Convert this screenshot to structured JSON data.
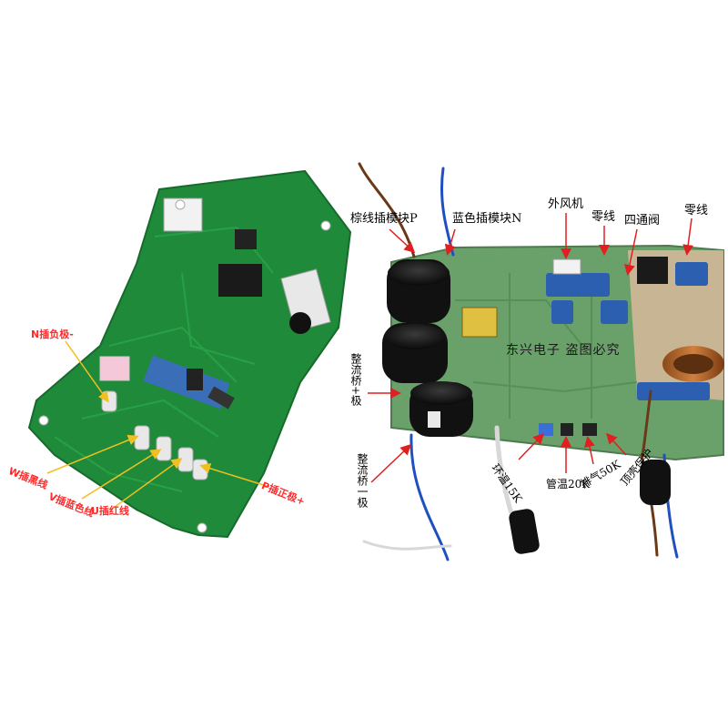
{
  "left_board": {
    "labels": {
      "n_minus": "N插负极-",
      "w_black": "W插黑线",
      "v_blue": "V插蓝色线",
      "u_red": "U插红线",
      "p_plus": "P插正极+"
    }
  },
  "right_board": {
    "watermark": "东兴电子 盗图必究",
    "labels": {
      "brown_p": "棕线插模块P",
      "blue_n": "蓝色插模块N",
      "outdoor_fan": "外风机",
      "neutral_1": "零线",
      "four_way": "四通阀",
      "neutral_2": "零线",
      "bridge_plus": "整流桥+极",
      "bridge_minus": "整流桥一极",
      "ambient": "环温15K",
      "pipe": "管温20K",
      "exhaust": "排气50K",
      "top_shell": "顶壳保护"
    }
  },
  "colors": {
    "pcb_green": "#1f8a3a",
    "annotation_red": "#e02020",
    "annotation_yellow": "#f0c020",
    "label_red": "#ff2a2a"
  }
}
